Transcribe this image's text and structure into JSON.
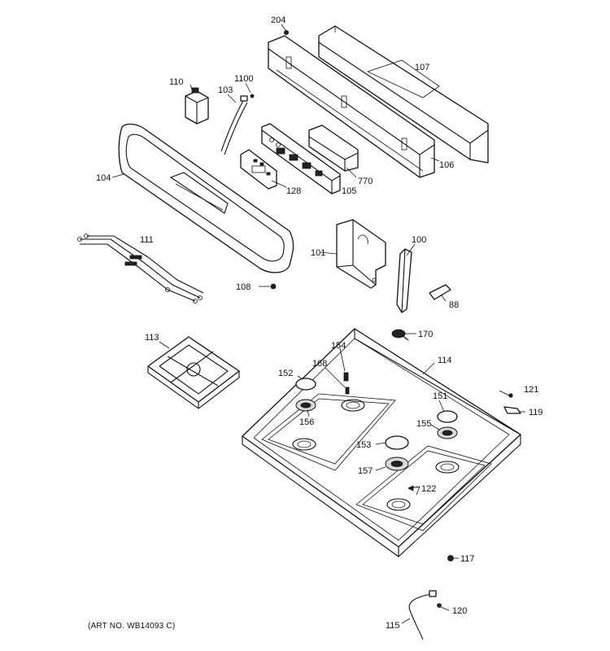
{
  "art_number": "(ART NO. WB14093 C)",
  "labels": {
    "p204": "204",
    "p107": "107",
    "p110": "110",
    "p1100": "1100",
    "p103": "103",
    "p104": "104",
    "p106": "106",
    "p770": "770",
    "p128": "128",
    "p105": "105",
    "p111": "111",
    "p101": "101",
    "p100": "100",
    "p88": "88",
    "p108": "108",
    "p170": "170",
    "p113": "113",
    "p154": "154",
    "p114": "114",
    "p168": "168",
    "p152": "152",
    "p121": "121",
    "p151": "151",
    "p119": "119",
    "p156": "156",
    "p155": "155",
    "p153": "153",
    "p157": "157",
    "p122": "122",
    "p117": "117",
    "p120": "120",
    "p115": "115"
  }
}
